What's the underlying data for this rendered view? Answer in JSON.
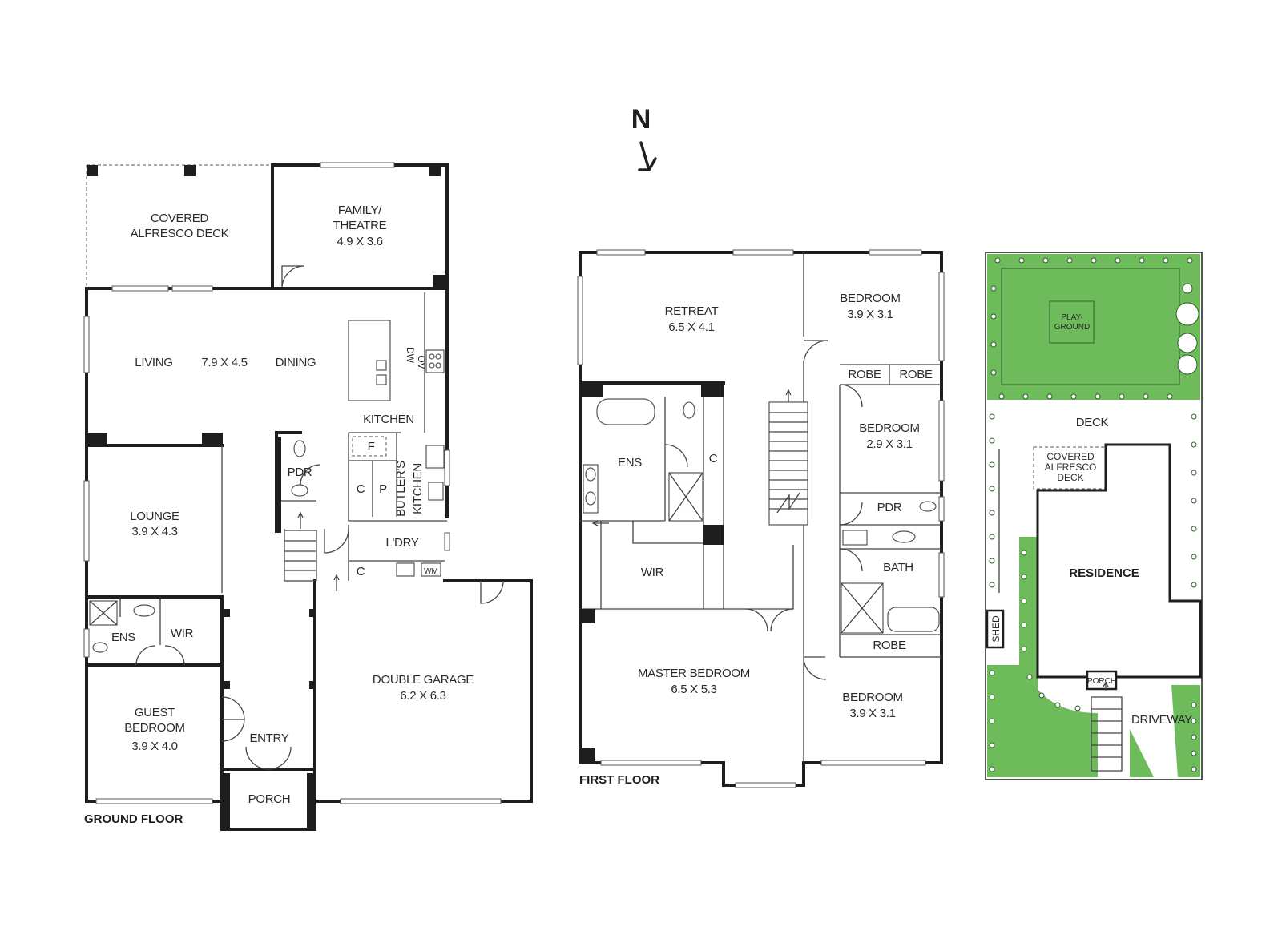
{
  "compass": {
    "label": "N"
  },
  "ground_floor": {
    "title": "GROUND FLOOR",
    "rooms": {
      "alfresco_1": "COVERED",
      "alfresco_2": "ALFRESCO DECK",
      "family_1": "FAMILY/",
      "family_2": "THEATRE",
      "family_dim": "4.9 X 3.6",
      "living": "LIVING",
      "living_dim": "7.9 X 4.5",
      "dining": "DINING",
      "kitchen": "KITCHEN",
      "dw": "DW",
      "ov": "OV",
      "fridge": "F",
      "c1": "C",
      "p": "P",
      "butlers_1": "BUTLER'S",
      "butlers_2": "KITCHEN",
      "lounge": "LOUNGE",
      "lounge_dim": "3.9 X 4.3",
      "pdr": "PDR",
      "ldry": "L'DRY",
      "c2": "C",
      "wm": "WM",
      "ens": "ENS",
      "wir": "WIR",
      "guest_1": "GUEST",
      "guest_2": "BEDROOM",
      "guest_dim": "3.9 X 4.0",
      "entry": "ENTRY",
      "porch": "PORCH",
      "garage": "DOUBLE GARAGE",
      "garage_dim": "6.2 X 6.3"
    }
  },
  "first_floor": {
    "title": "FIRST FLOOR",
    "rooms": {
      "retreat": "RETREAT",
      "retreat_dim": "6.5 X 4.1",
      "bed1": "BEDROOM",
      "bed1_dim": "3.9 X 3.1",
      "robe1": "ROBE",
      "robe2": "ROBE",
      "bed2": "BEDROOM",
      "bed2_dim": "2.9 X 3.1",
      "ens": "ENS",
      "c": "C",
      "pdr": "PDR",
      "wir": "WIR",
      "bath": "BATH",
      "robe3": "ROBE",
      "master": "MASTER BEDROOM",
      "master_dim": "6.5 X 5.3",
      "bed3": "BEDROOM",
      "bed3_dim": "3.9 X 3.1"
    }
  },
  "site_plan": {
    "playground_1": "PLAY-",
    "playground_2": "GROUND",
    "deck": "DECK",
    "covered_1": "COVERED",
    "covered_2": "ALFRESCO",
    "covered_3": "DECK",
    "residence": "RESIDENCE",
    "shed": "SHED",
    "porch": "PORCH",
    "driveway": "DRIVEWAY"
  },
  "colors": {
    "wall": "#1e1e1e",
    "grass": "#6dbb5b",
    "text": "#2a2a2a"
  }
}
